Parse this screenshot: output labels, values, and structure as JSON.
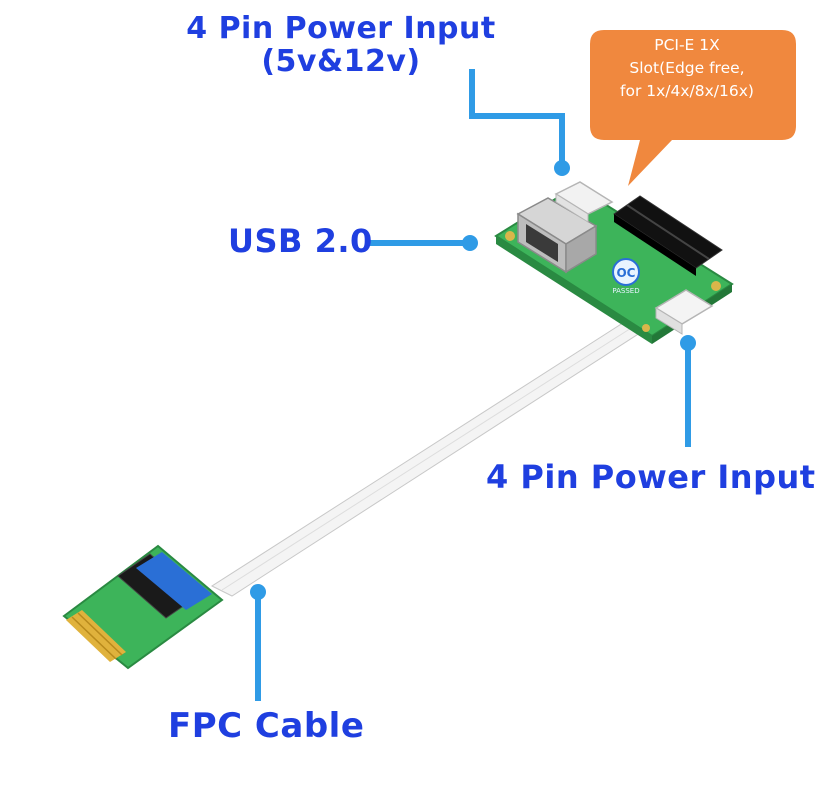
{
  "labels": {
    "power_input_top_line1": "4 Pin Power Input",
    "power_input_top_line2": "(5v&12v)",
    "usb": "USB 2.0",
    "power_input_right": "4 Pin Power Input",
    "fpc_cable": "FPC Cable"
  },
  "callout": {
    "line1": "PCI-E 1X",
    "line2": "Slot(Edge free,",
    "line3": "for 1x/4x/8x/16x)"
  },
  "board_marks": {
    "logo": "OC",
    "stamp": "PASSED"
  },
  "colors": {
    "label_blue": "#1f3fe0",
    "leader_blue": "#2f9be6",
    "callout_orange": "#f0883e",
    "pcb_green": "#3db45a"
  },
  "icons": [
    "usb-port-icon",
    "power-connector-icon",
    "pcie-slot-icon",
    "fpc-connector-icon"
  ]
}
